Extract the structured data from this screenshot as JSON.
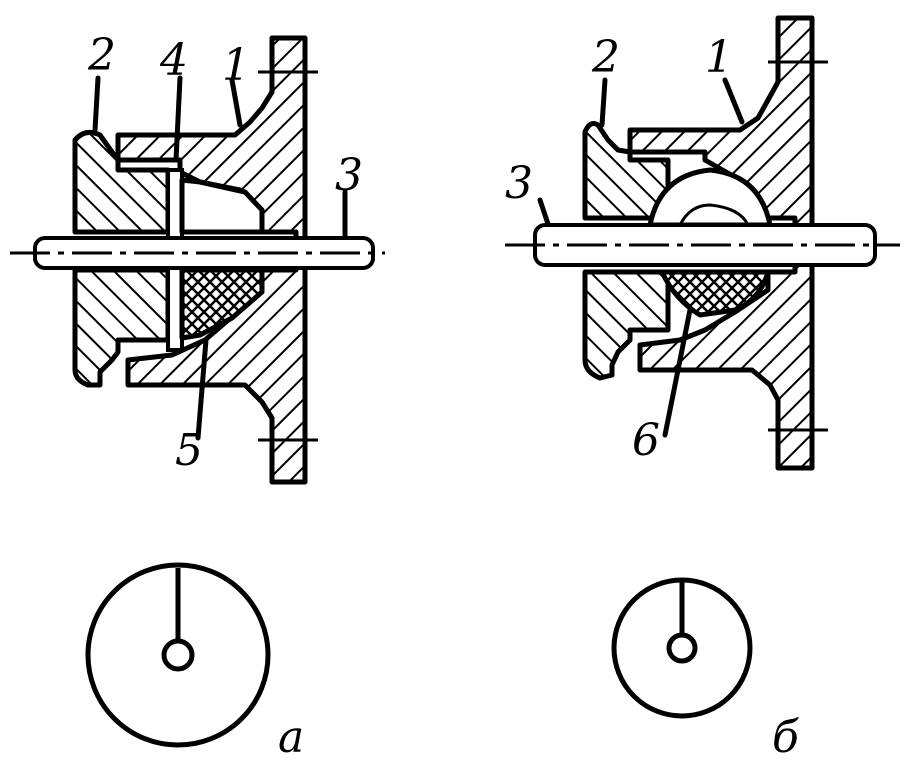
{
  "figure": {
    "panel_a": {
      "caption": "а",
      "labels": {
        "housing": "1",
        "cover": "2",
        "shaft": "3",
        "disc": "4",
        "seal": "5"
      }
    },
    "panel_b": {
      "caption": "б",
      "labels": {
        "housing": "1",
        "cover": "2",
        "shaft": "3",
        "seal": "6"
      }
    }
  }
}
